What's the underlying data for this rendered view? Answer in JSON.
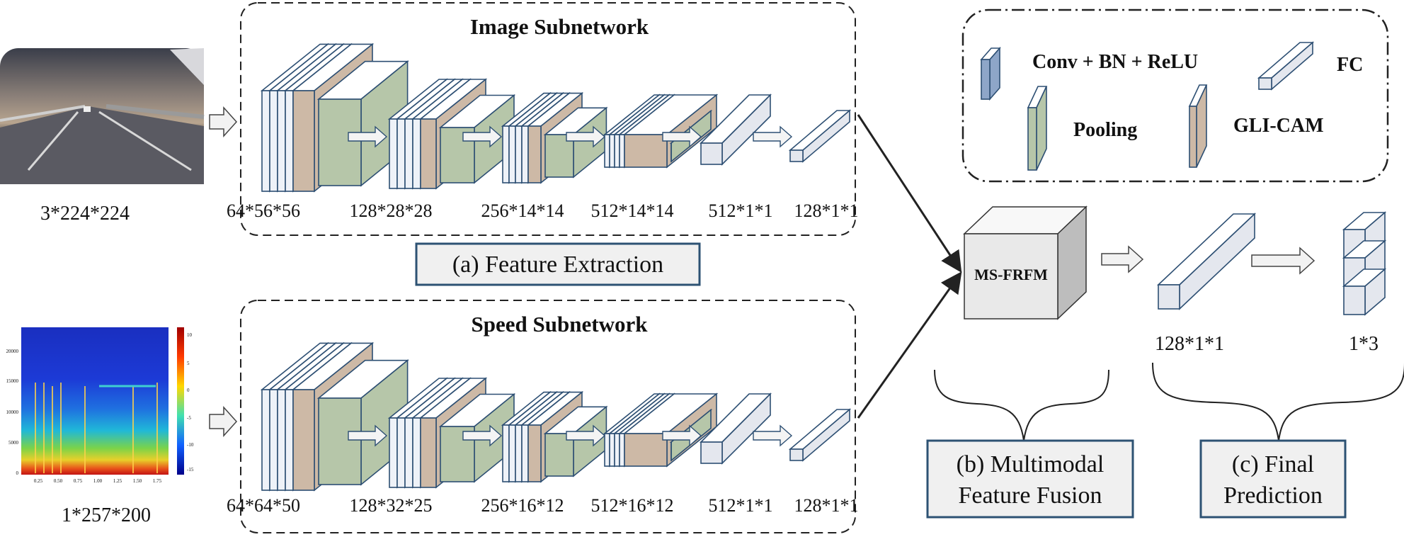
{
  "colors": {
    "outline": "#2d4f73",
    "conv": "#8ea6c8",
    "conv_light": "#eef2f8",
    "pool": "#b6c6a9",
    "cam": "#cdb9a6",
    "fc": "#e4e7ee",
    "cube": "#e9e9e9",
    "label_box_border": "#2d5273",
    "label_box_fill": "#f0f0f0"
  },
  "inputs": {
    "image": {
      "caption": "3*224*224",
      "thumbnail": "road-scene-photo"
    },
    "speed": {
      "caption": "1*257*200",
      "thumbnail": "spectrogram",
      "y_ticks": [
        "20000",
        "15000",
        "10000",
        "5000",
        "0"
      ],
      "x_ticks": [
        "0.25",
        "0.50",
        "0.75",
        "1.00",
        "1.25",
        "1.50",
        "1.75"
      ],
      "colorbar_ticks": [
        "10",
        "5",
        "0",
        "-5",
        "-10",
        "-15"
      ]
    }
  },
  "image_subnetwork": {
    "title": "Image Subnetwork",
    "dims": [
      "64*56*56",
      "128*28*28",
      "256*14*14",
      "512*14*14",
      "512*1*1",
      "128*1*1"
    ]
  },
  "speed_subnetwork": {
    "title": "Speed Subnetwork",
    "dims": [
      "64*64*50",
      "128*32*25",
      "256*16*12",
      "512*16*12",
      "512*1*1",
      "128*1*1"
    ]
  },
  "feature_extraction_label": "(a) Feature Extraction",
  "legend": {
    "conv": "Conv + BN + ReLU",
    "fc": "FC",
    "pooling": "Pooling",
    "cam": "GLI-CAM"
  },
  "fusion": {
    "module": "MS-FRFM",
    "label_line1": "(b) Multimodal",
    "label_line2": "Feature Fusion"
  },
  "prediction": {
    "fc_dim": "128*1*1",
    "out_dim": "1*3",
    "label_line1": "(c) Final",
    "label_line2": "Prediction"
  }
}
